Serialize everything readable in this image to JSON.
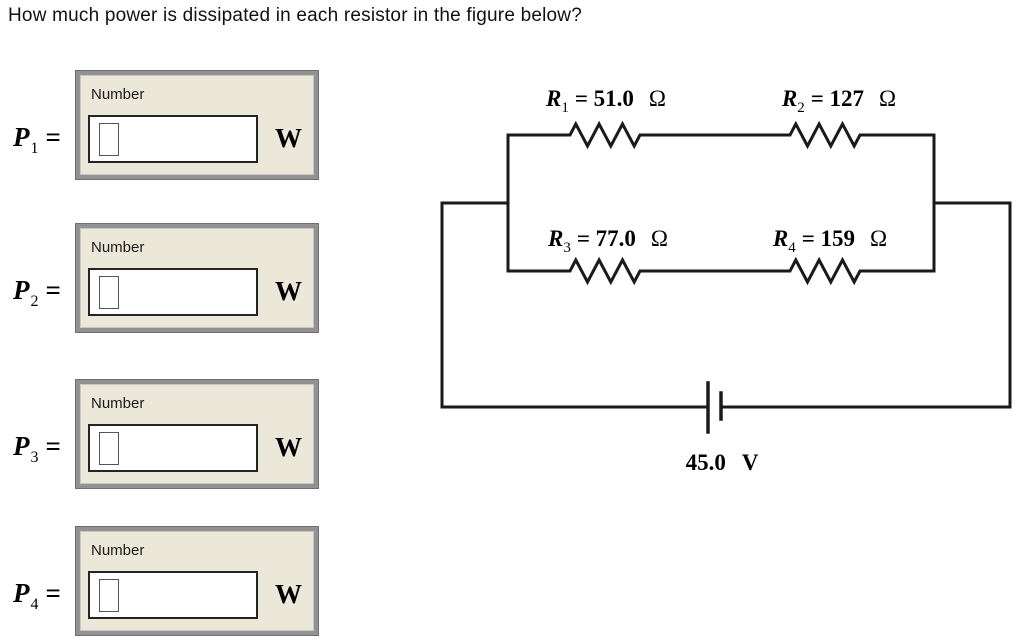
{
  "question": "How much power is dissipated in each resistor in the figure below?",
  "answers": [
    {
      "name": "P",
      "sub": "1",
      "eq": "=",
      "field_label": "Number",
      "value": "",
      "unit": "W"
    },
    {
      "name": "P",
      "sub": "2",
      "eq": "=",
      "field_label": "Number",
      "value": "",
      "unit": "W"
    },
    {
      "name": "P",
      "sub": "3",
      "eq": "=",
      "field_label": "Number",
      "value": "",
      "unit": "W"
    },
    {
      "name": "P",
      "sub": "4",
      "eq": "=",
      "field_label": "Number",
      "value": "",
      "unit": "W"
    }
  ],
  "circuit": {
    "resistors": [
      {
        "name": "R",
        "sub": "1",
        "value": "= 51.0",
        "unit": "Ω"
      },
      {
        "name": "R",
        "sub": "2",
        "value": "= 127",
        "unit": "Ω"
      },
      {
        "name": "R",
        "sub": "3",
        "value": "= 77.0",
        "unit": "Ω"
      },
      {
        "name": "R",
        "sub": "4",
        "value": "= 159",
        "unit": "Ω"
      }
    ],
    "battery": {
      "value": "45.0",
      "unit": "V"
    }
  },
  "colors": {
    "panel_bg": "#ebe8da",
    "panel_frame": "#929292",
    "input_border": "#242424",
    "wire": "#1a1a1a"
  }
}
